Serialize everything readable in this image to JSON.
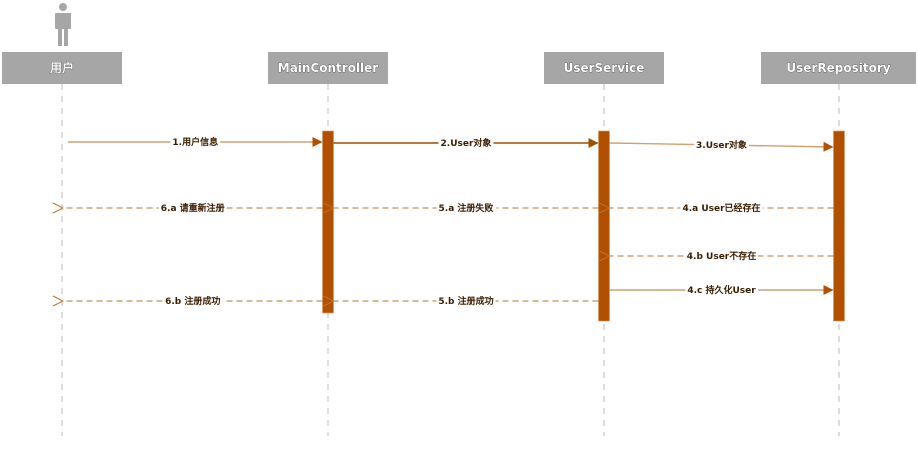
{
  "diagram": {
    "type": "sequence",
    "colors": {
      "header_fill": "#a6a6a6",
      "actor_fill": "#a6a6a6",
      "lifeline": "#c8c8c8",
      "activation": "#b05000",
      "arrow_dark": "#a04e00",
      "arrow_light": "#d4a070",
      "return_dash": "#c0702c",
      "label": "#3a1d00"
    },
    "participants": [
      {
        "id": "user",
        "label": "用户",
        "kind": "actor"
      },
      {
        "id": "mc",
        "label": "MainController",
        "kind": "object"
      },
      {
        "id": "us",
        "label": "UserService",
        "kind": "object"
      },
      {
        "id": "ur",
        "label": "UserRepository",
        "kind": "object"
      }
    ],
    "messages": [
      {
        "id": "m1",
        "label": "1.用户信息",
        "from": "user",
        "to": "mc",
        "style": "sync",
        "tone": "light"
      },
      {
        "id": "m2",
        "label": "2.User对象",
        "from": "mc",
        "to": "us",
        "style": "sync",
        "tone": "dark"
      },
      {
        "id": "m3",
        "label": "3.User对象",
        "from": "us",
        "to": "ur",
        "style": "sync",
        "tone": "mixed"
      },
      {
        "id": "m4a",
        "label": "4.a User已经存在",
        "from": "ur",
        "to": "us",
        "style": "return"
      },
      {
        "id": "m5a",
        "label": "5.a 注册失败",
        "from": "us",
        "to": "mc",
        "style": "return"
      },
      {
        "id": "m6a",
        "label": "6.a 请重新注册",
        "from": "mc",
        "to": "user",
        "style": "return"
      },
      {
        "id": "m4b",
        "label": "4.b User不存在",
        "from": "ur",
        "to": "us",
        "style": "return"
      },
      {
        "id": "m4c",
        "label": "4.c 持久化User",
        "from": "us",
        "to": "ur",
        "style": "sync",
        "tone": "light"
      },
      {
        "id": "m5b",
        "label": "5.b 注册成功",
        "from": "us",
        "to": "mc",
        "style": "return"
      },
      {
        "id": "m6b",
        "label": "6.b 注册成功",
        "from": "mc",
        "to": "user",
        "style": "return"
      }
    ]
  }
}
